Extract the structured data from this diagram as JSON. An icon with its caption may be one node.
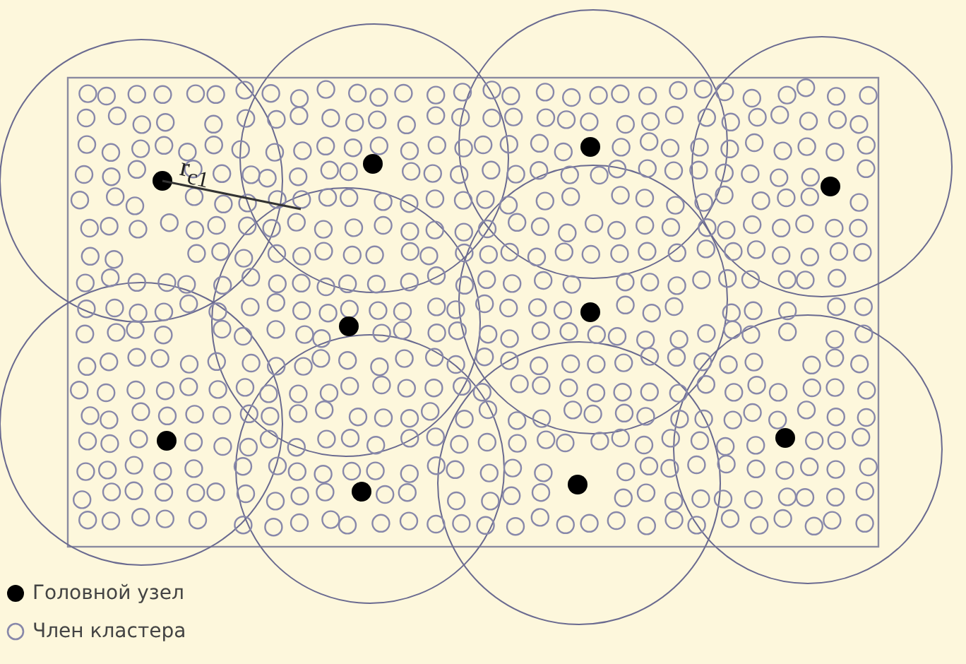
{
  "diagram": {
    "labels": [
      "r$_{c1}$"
    ],
    "legend": [
      {
        "text": "Головной узел"
      },
      {
        "text": "Член кластера"
      }
    ]
  }
}
